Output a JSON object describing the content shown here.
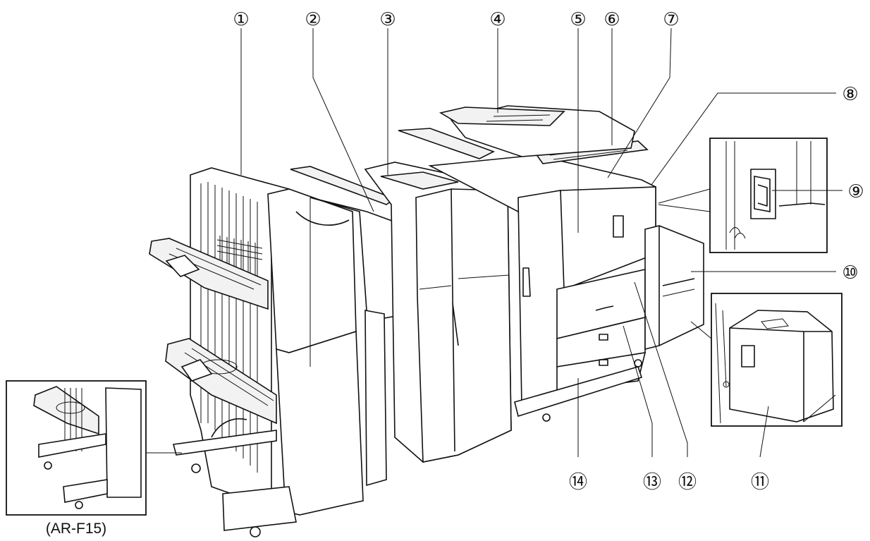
{
  "callouts": [
    {
      "id": "1",
      "label": "①"
    },
    {
      "id": "2",
      "label": "②"
    },
    {
      "id": "3",
      "label": "③"
    },
    {
      "id": "4",
      "label": "④"
    },
    {
      "id": "5",
      "label": "⑤"
    },
    {
      "id": "6",
      "label": "⑥"
    },
    {
      "id": "7",
      "label": "⑦"
    },
    {
      "id": "8",
      "label": "⑧"
    },
    {
      "id": "9",
      "label": "⑨"
    },
    {
      "id": "10",
      "label": "⑩"
    },
    {
      "id": "11",
      "label": "⑪"
    },
    {
      "id": "12",
      "label": "⑫"
    },
    {
      "id": "13",
      "label": "⑬"
    },
    {
      "id": "14",
      "label": "⑭"
    }
  ],
  "inset_caption": "(AR-F15)"
}
